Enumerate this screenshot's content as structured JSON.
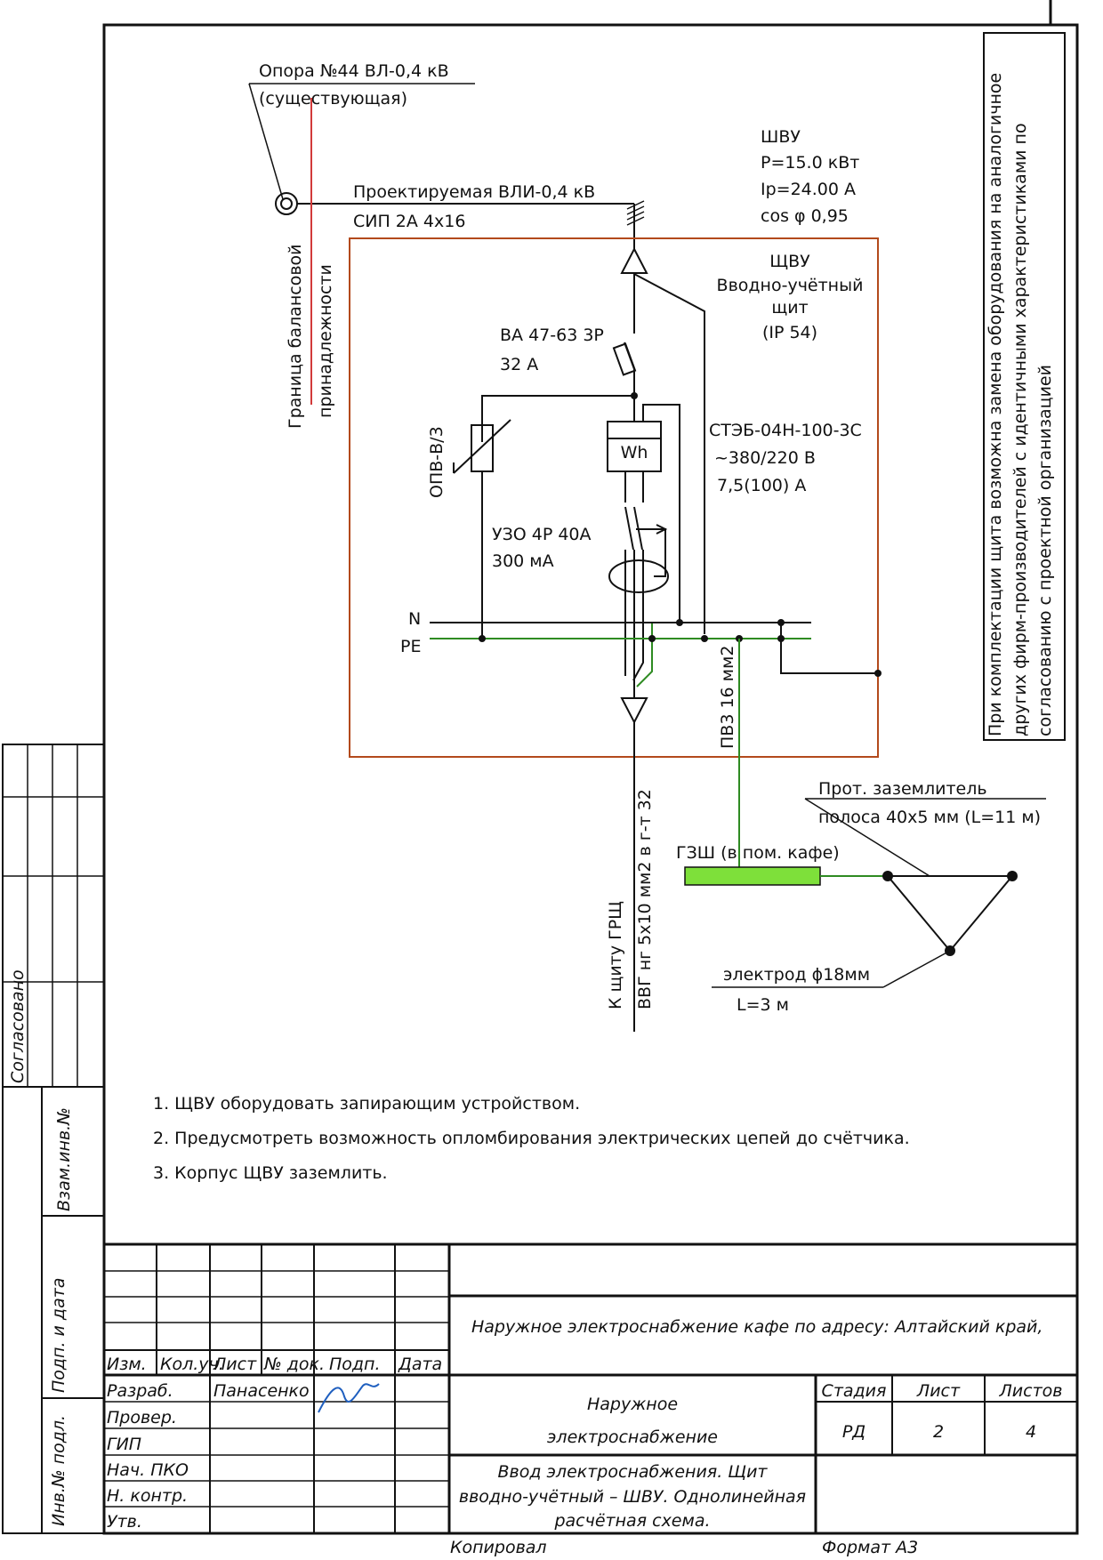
{
  "header": {
    "pole": "Опора №44 ВЛ-0,4 кВ",
    "pole_sub": "(существующая)",
    "line": "Проектируемая ВЛИ-0,4 кВ",
    "cable": "СИП 2А 4х16",
    "boundary_1": "Граница балансовой",
    "boundary_2": "принадлежности"
  },
  "panel_specs": {
    "name": "ШВУ",
    "power": "Р=15.0 кВт",
    "current": "Iр=24.00 А",
    "cos": "cos φ 0,95"
  },
  "panel": {
    "title": "ЩВУ",
    "desc_1": "Вводно-учётный",
    "desc_2": "щит",
    "ip": "(IP 54)"
  },
  "components": {
    "breaker_1": "ВА 47-63 3Р",
    "breaker_2": "32 А",
    "spd": "ОПВ-В/3",
    "meter_1": "СТЭБ-04Н-100-3С",
    "meter_2": "~380/220 В",
    "meter_3": "7,5(100) А",
    "meter_symbol": "Wh",
    "rcd_1": "УЗО 4Р 40А",
    "rcd_2": "300 мА",
    "bus_n": "N",
    "bus_pe": "PE",
    "pe_cable": "ПВ3 16 мм2",
    "out_1": "К щиту ГРЩ",
    "out_2": "ВВГ нг 5х10 мм2 в г-т 32"
  },
  "grounding": {
    "label_1": "Прот. заземлитель",
    "label_2": "полоса 40х5 мм (L=11 м)",
    "bar": "ГЗШ (в пом. кафе)",
    "electrode_1": "электрод ϕ18мм",
    "electrode_2": "L=3 м"
  },
  "note_box": {
    "line_1": "При комплектации щита возможна замена оборудования на аналогичное",
    "line_2": "других фирм-производителей с идентичными характеристиками по",
    "line_3": "согласованию с проектной организацией"
  },
  "notes": [
    "1. ЩВУ оборудовать запирающим устройством.",
    "2. Предусмотреть возможность опломбирования электрических цепей до счётчика.",
    "3. Корпус ЩВУ заземлить."
  ],
  "margin": {
    "agreed": "Согласовано",
    "inv_replace": "Взам.инв.№",
    "sign_date": "Подп. и дата",
    "inv_orig": "Инв.№ подл."
  },
  "title_block": {
    "project": "Наружное электроснабжение кафе по адресу: Алтайский край,",
    "col_headers": [
      "Изм.",
      "Кол.уч.",
      "Лист",
      "№ док.",
      "Подп.",
      "Дата"
    ],
    "roles": [
      "Разраб.",
      "Провер.",
      "ГИП",
      "Нач. ПКО",
      "Н. контр.",
      "Утв."
    ],
    "developer": "Панасенко",
    "section_1": "Наружное",
    "section_2": "электроснабжение",
    "sheet_title_1": "Ввод электроснабжения. Щит",
    "sheet_title_2": "вводно-учётный – ШВУ. Однолинейная",
    "sheet_title_3": "расчётная схема.",
    "stage_h": "Стадия",
    "sheet_h": "Лист",
    "sheets_h": "Листов",
    "stage": "РД",
    "sheet": "2",
    "sheets": "4",
    "copied": "Копировал",
    "format": "Формат   А3"
  },
  "colors": {
    "ink": "#111111",
    "panel_frame": "#b34a1c",
    "boundary": "#d23a3a",
    "pe_wire": "#2e8b22",
    "ground_bar": "#7ee03a"
  }
}
